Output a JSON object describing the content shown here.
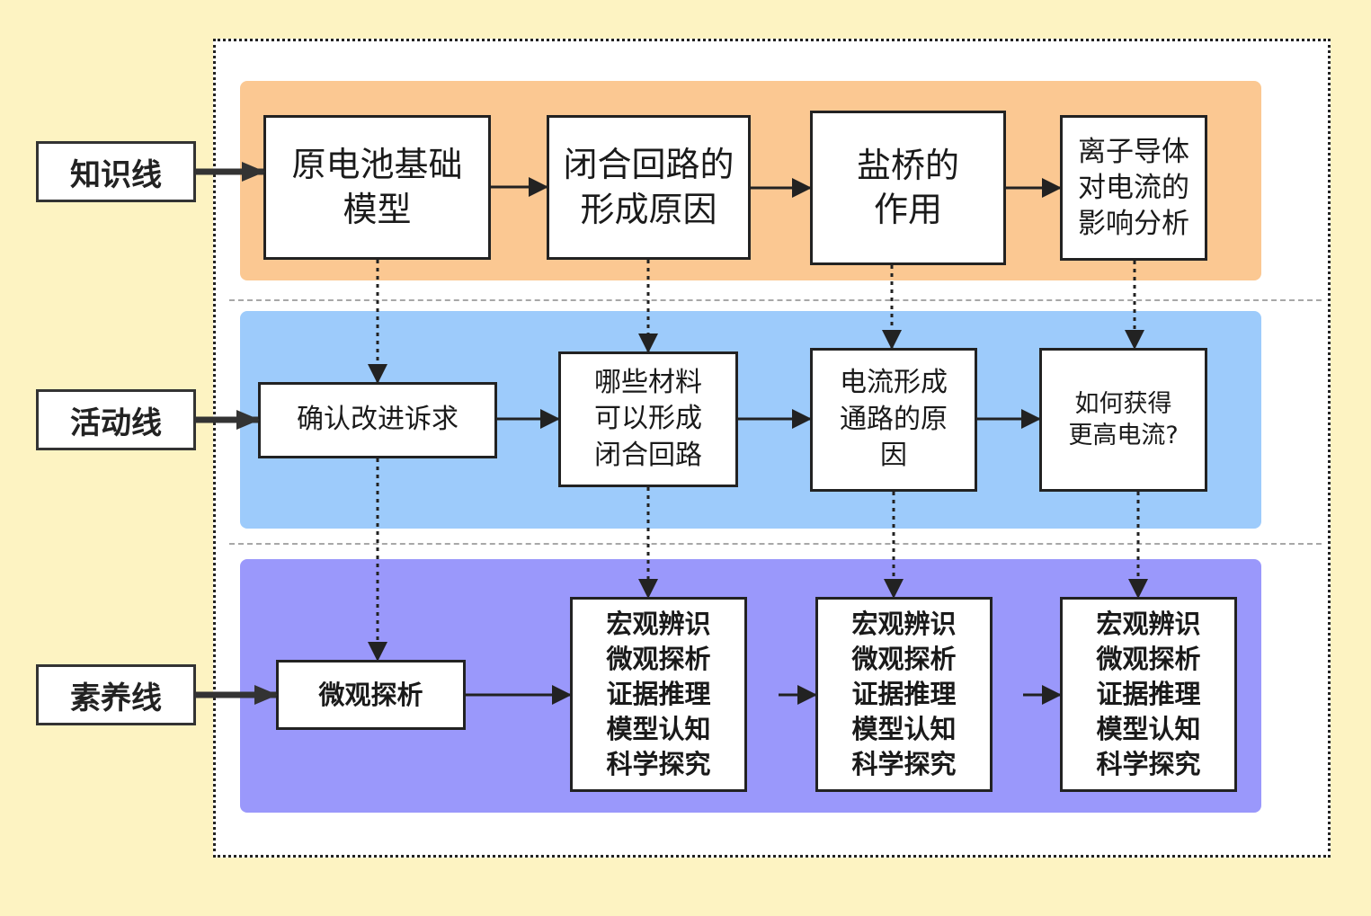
{
  "lines": {
    "knowledge": "知识线",
    "activity": "活动线",
    "literacy": "素养线"
  },
  "knowledge_nodes": [
    "原电池基础\n模型",
    "闭合回路的\n形成原因",
    "盐桥的\n作用",
    "离子导体\n对电流的\n影响分析"
  ],
  "activity_nodes": [
    "确认改进诉求",
    "哪些材料\n可以形成\n闭合回路",
    "电流形成\n通路的原\n因",
    "如何获得\n更高电流?"
  ],
  "literacy_nodes": [
    "微观探析",
    "宏观辨识\n微观探析\n证据推理\n模型认知\n科学探究",
    "宏观辨识\n微观探析\n证据推理\n模型认知\n科学探究",
    "宏观辨识\n微观探析\n证据推理\n模型认知\n科学探究"
  ],
  "colors": {
    "page_background": "#fdf3c2",
    "knowledge_band": "#fbc892",
    "activity_band": "#9dcbfb",
    "literacy_band": "#9a98fb"
  }
}
